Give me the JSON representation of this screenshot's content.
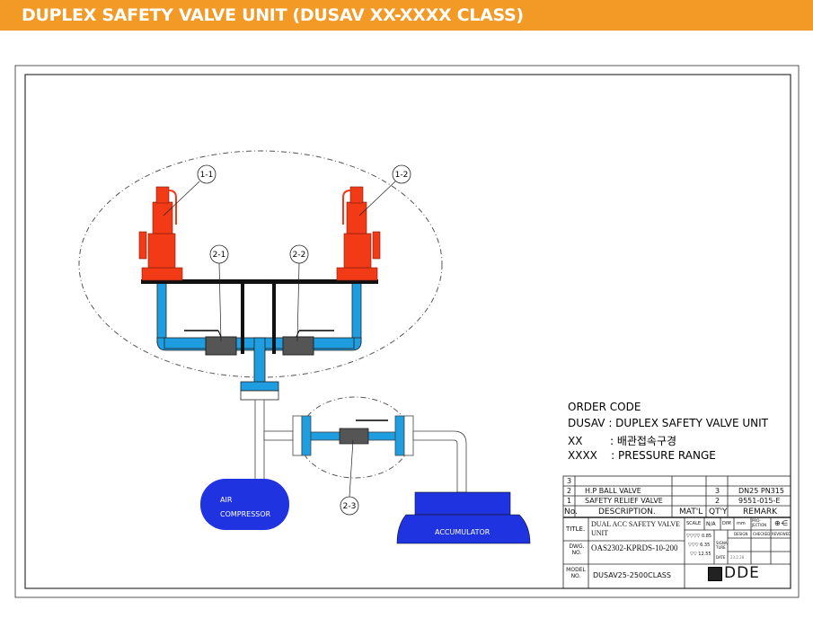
{
  "header": {
    "title": "DUPLEX SAFETY VALVE UNIT (DUSAV XX-XXXX CLASS)"
  },
  "callouts": {
    "c11": "1-1",
    "c12": "1-2",
    "c21": "2-1",
    "c22": "2-2",
    "c23": "2-3"
  },
  "equipment": {
    "air_compressor_1": "AIR",
    "air_compressor_2": "COMPRESSOR",
    "accumulator": "ACCUMULATOR"
  },
  "order_code": {
    "title": "ORDER CODE",
    "line1": "DUSAV : DUPLEX SAFETY VALVE UNIT",
    "line2": "XX        : 배관접속구경",
    "line3": "XXXX    : PRESSURE RANGE"
  },
  "bom": {
    "rows": [
      {
        "no": "3",
        "desc": "",
        "matl": "",
        "qty": "",
        "remark": ""
      },
      {
        "no": "2",
        "desc": "H.P BALL VALVE",
        "matl": "",
        "qty": "3",
        "remark": "DN25 PN315"
      },
      {
        "no": "1",
        "desc": "SAFETY RELIEF VALVE",
        "matl": "",
        "qty": "2",
        "remark": "9551-015-E"
      }
    ],
    "header": {
      "no": "No.",
      "desc": "DESCRIPTION.",
      "matl": "MAT'L",
      "qty": "QT'Y",
      "remark": "REMARK"
    }
  },
  "title_block": {
    "title_label": "TITLE.",
    "title_value": "DUAL ACC SAFETY VALVE UNIT",
    "dwg_label": "DWG. NO.",
    "dwg_value": "OAS2302-KPRDS-10-200",
    "model_label": "MODEL NO.",
    "model_value": "DUSAV25-2500CLASS",
    "scale_label": "SCALE",
    "scale_value": "N/A",
    "dim_label": "DIM",
    "dim_value": "mm",
    "projection_label": "PRO-JECTION",
    "finish1": "▽▽▽▽ 0.85",
    "finish2": "▽▽▽ 6.35",
    "finish3": "▽▽ 12.55",
    "design": "DESIGN",
    "checked": "CHECKED",
    "reviewed": "REVIEWED",
    "signature": "SIGNA TURE",
    "date": "DATE",
    "date_value": "23.2.28",
    "logo": "DDE"
  }
}
